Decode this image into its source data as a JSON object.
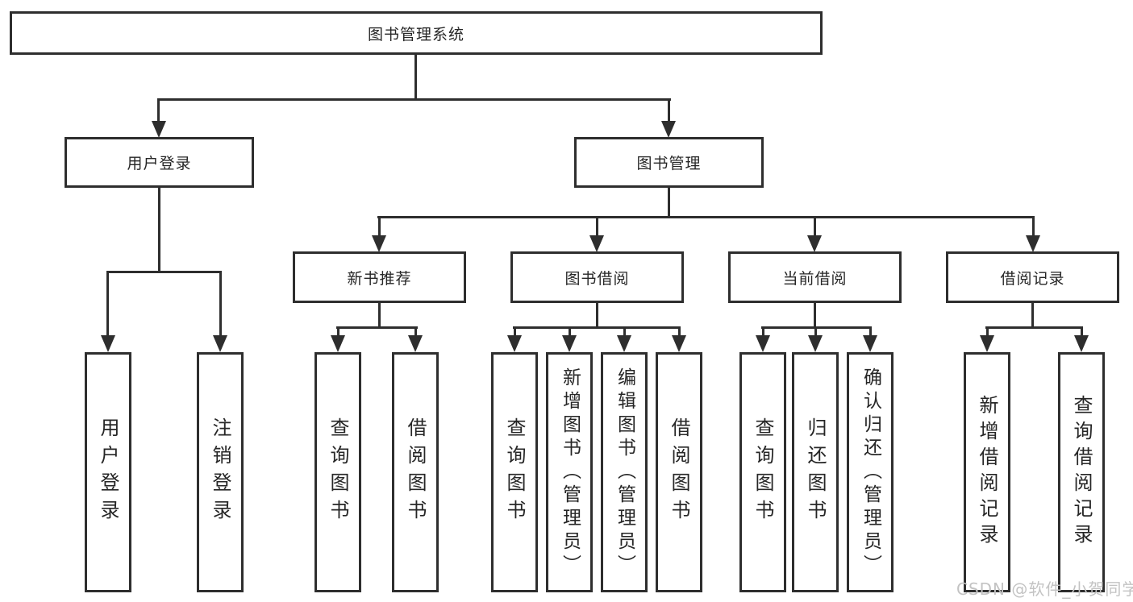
{
  "tree": {
    "root": {
      "label": "图书管理系统"
    },
    "branches": [
      {
        "label": "用户登录",
        "children": [
          {
            "label": "用户登录"
          },
          {
            "label": "注销登录"
          }
        ]
      },
      {
        "label": "图书管理",
        "children": [
          {
            "label": "新书推荐",
            "children": [
              {
                "label": "查询图书"
              },
              {
                "label": "借阅图书"
              }
            ]
          },
          {
            "label": "图书借阅",
            "children": [
              {
                "label": "查询图书"
              },
              {
                "label": "新增图书（管理员）"
              },
              {
                "label": "编辑图书（管理员）"
              },
              {
                "label": "借阅图书"
              }
            ]
          },
          {
            "label": "当前借阅",
            "children": [
              {
                "label": "查询图书"
              },
              {
                "label": "归还图书"
              },
              {
                "label": "确认归还（管理员）"
              }
            ]
          },
          {
            "label": "借阅记录",
            "children": [
              {
                "label": "新增借阅记录"
              },
              {
                "label": "查询借阅记录"
              }
            ]
          }
        ]
      }
    ]
  },
  "watermark": {
    "text": "CSDN @软件_小贺同学"
  },
  "colors": {
    "line": "#2e2e2e",
    "text": "#262626",
    "box_fill": "#ffffff",
    "watermark": "#c3c3c3",
    "background": "#ffffff"
  }
}
